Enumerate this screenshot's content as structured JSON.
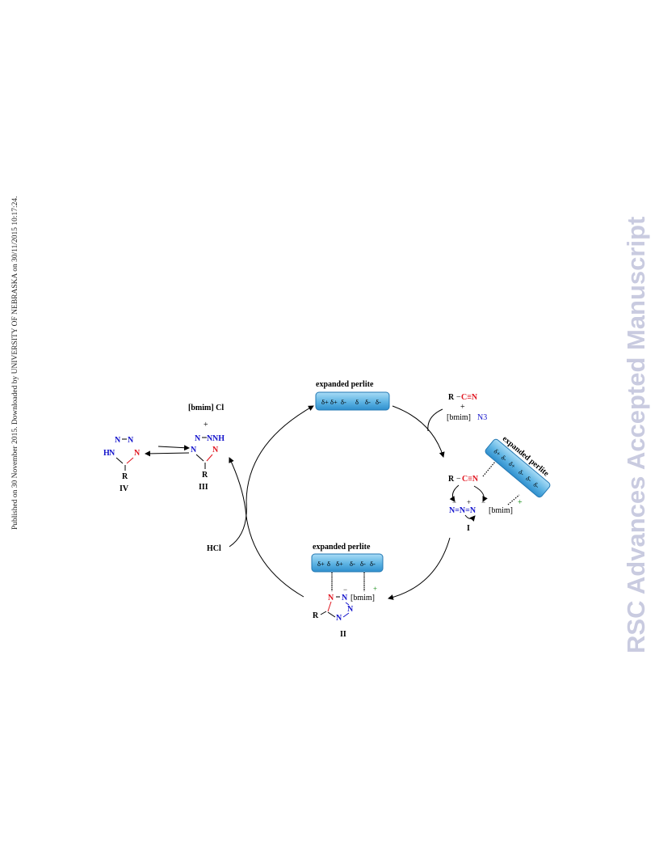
{
  "side_text": "Published on 30 November 2015. Downloaded by UNIVERSITY OF NEBRASKA on 30/11/2015 10:17:24.",
  "watermark": "RSC Advances Accepted Manuscript",
  "colors": {
    "blue": "#1414cc",
    "red": "#e0141e",
    "green": "#108a10",
    "box_fill": "#5db3e3",
    "box_stroke": "#2478b3"
  },
  "scheme": {
    "top_box": {
      "label": "expanded perlite",
      "charges": [
        "δ+",
        "δ+",
        "δ-",
        "δ",
        "δ-",
        "δ-"
      ]
    },
    "reagents": {
      "nitrile": [
        "R",
        "−",
        "C≡N"
      ],
      "plus": "+",
      "azide": [
        "[bmim]",
        "N3"
      ]
    },
    "intermediate_I": {
      "box_label": "expanded perlite",
      "charges": [
        "δ+",
        "δ-",
        "δ+",
        "δ-",
        "δ-",
        "δ-"
      ],
      "nitrile": [
        "R",
        "−",
        "C≡N"
      ],
      "azide": "N=N=N",
      "minus": "−",
      "plus": "+",
      "cation": "[bmim]",
      "cation_charge": "+",
      "label": "I"
    },
    "intermediate_II": {
      "box_label": "expanded perlite",
      "charges": [
        "δ+",
        "δ",
        "δ+",
        "δ-",
        "δ-",
        "δ-"
      ],
      "R": "R",
      "N1": "N",
      "N2": "N",
      "N3": "N",
      "N4": "N",
      "minus": "−",
      "cation": "[bmim]",
      "cation_charge": "+",
      "label": "II"
    },
    "hcl": "HCl",
    "product_III": {
      "salt": "[bmim] Cl",
      "plus": "+",
      "ring": [
        "N",
        "N",
        "NH",
        "N"
      ],
      "R": "R",
      "label": "III"
    },
    "product_IV": {
      "ring": [
        "N",
        "N",
        "H",
        "N",
        "N"
      ],
      "R": "R",
      "label": "IV"
    }
  }
}
